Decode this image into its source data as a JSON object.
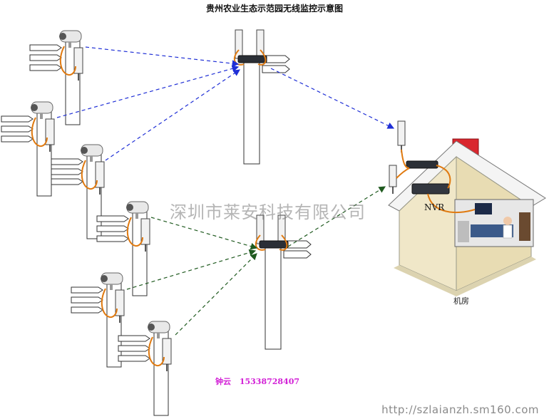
{
  "title": "贵州农业生态示范园无线监控示意图",
  "watermark": "深圳市莱安科技有限公司",
  "nvr_label": "NVR",
  "room_label": "机房",
  "contact": {
    "name": "钟云",
    "phone": "15338728407"
  },
  "footer_url": "http://szlaianzh.sm160.com",
  "colors": {
    "blue_link": "#1f2fd6",
    "green_link": "#1f6b1f",
    "cable": "#e07a10",
    "watermark": "#8c8c8c",
    "contact": "#d21fd6"
  },
  "icons": [
    "camera-icon",
    "antenna-icon",
    "switch-icon",
    "nvr-icon",
    "building-icon",
    "monitor-icon"
  ]
}
